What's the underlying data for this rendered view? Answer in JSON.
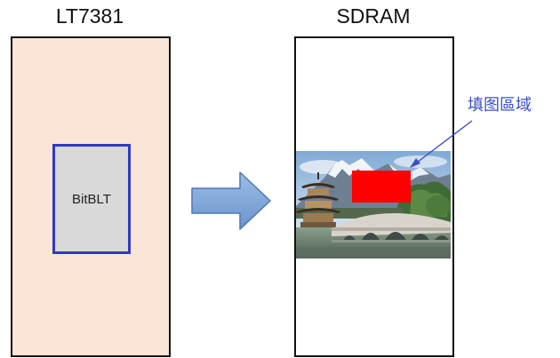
{
  "left_panel": {
    "title": "LT7381",
    "inner_label": "BitBLT",
    "fill_color": "#fbe5d6",
    "inner_fill": "#d9d9d9",
    "inner_border": "#2f39c8"
  },
  "right_panel": {
    "title": "SDRAM",
    "image_content": "pagoda-and-bridge-landscape-photo",
    "fill_region_color": "#ff0000"
  },
  "flow_arrow": {
    "icon": "right-block-arrow-icon",
    "color": "#7ea6d8"
  },
  "annotation": {
    "label": "填图區域",
    "color": "#3b4fc8"
  }
}
